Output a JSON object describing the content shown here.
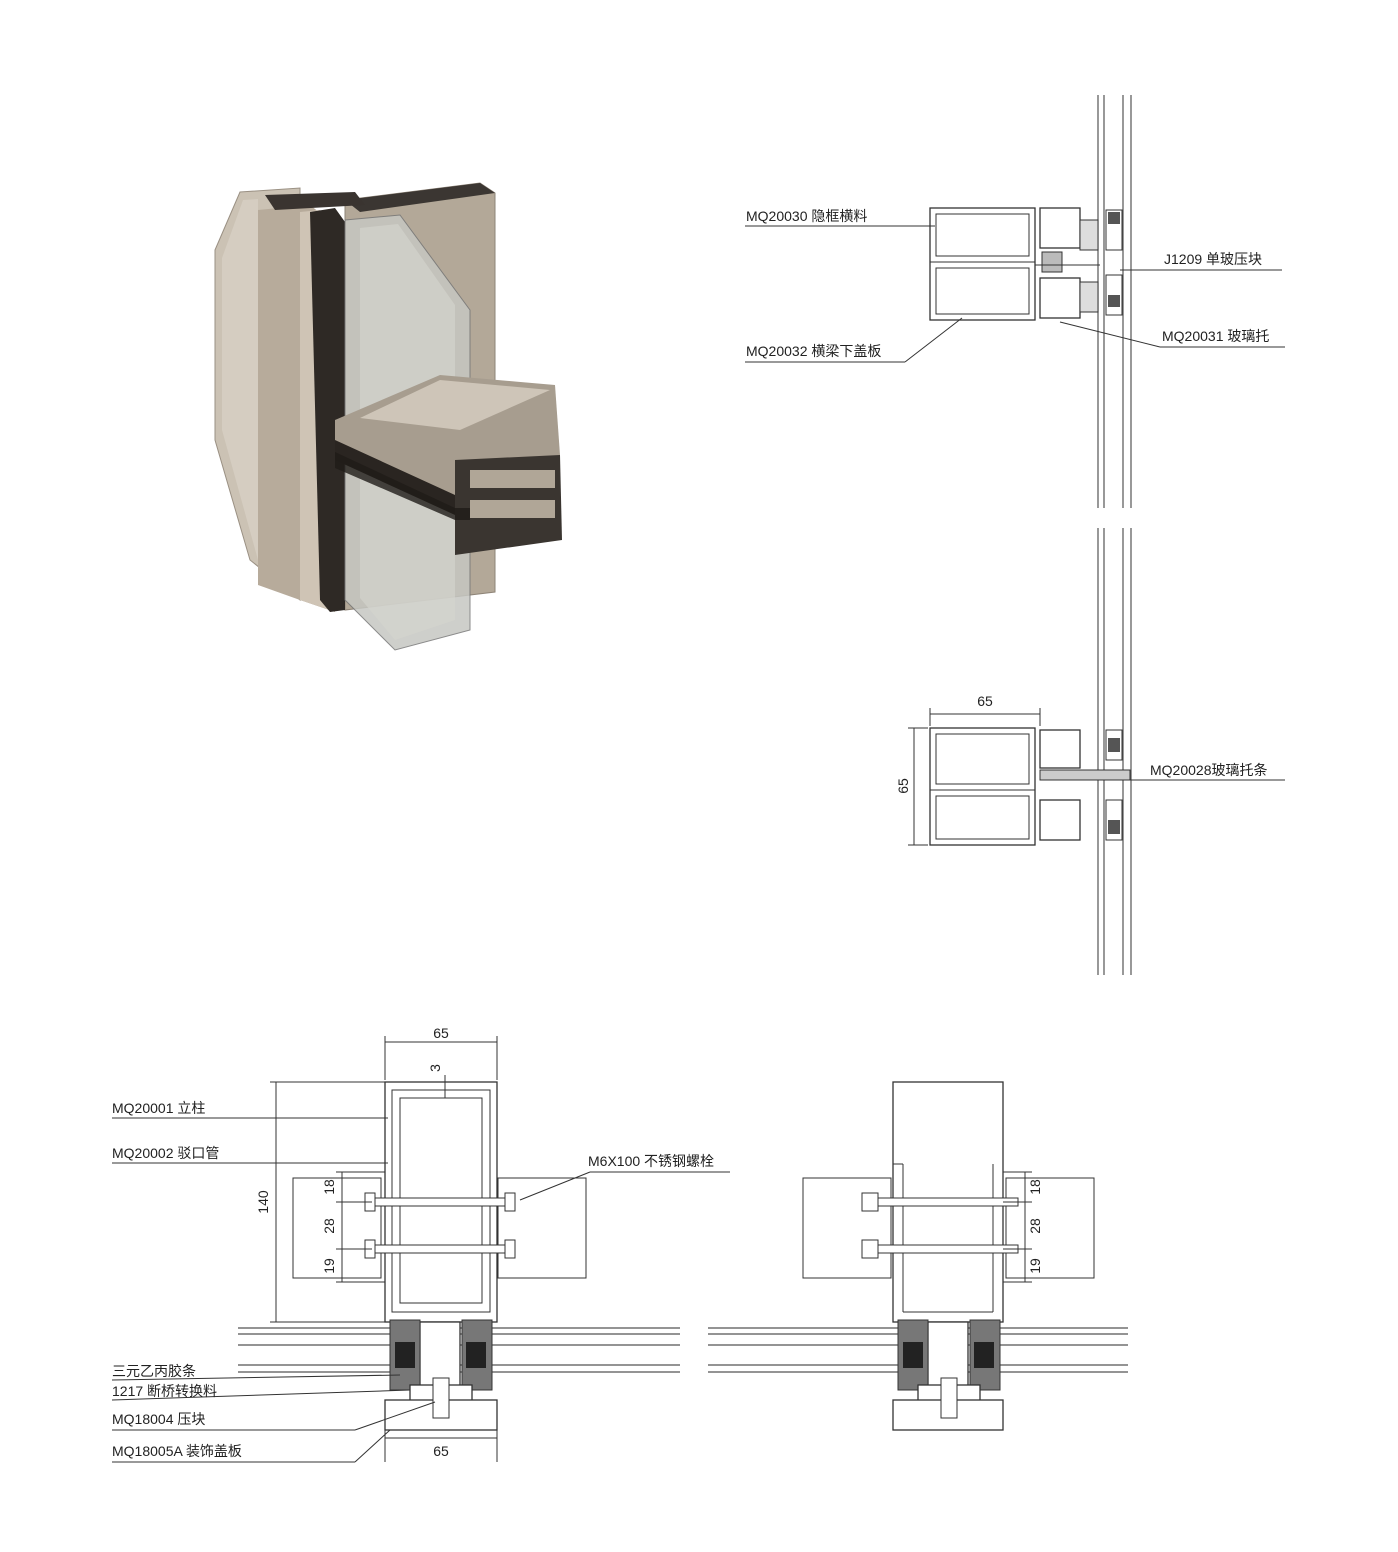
{
  "colors": {
    "line": "#333333",
    "profile_fill": "#f4f4f4",
    "render_bronze": "#b9aea0",
    "render_dark": "#2a2622",
    "render_glass": "#cfd3d2"
  },
  "top_section": {
    "labels": {
      "mq20030": "MQ20030 隐框横料",
      "j1209": "J1209 单玻压块",
      "mq20032": "MQ20032 横梁下盖板",
      "mq20031": "MQ20031 玻璃托"
    }
  },
  "mid_section": {
    "labels": {
      "mq20028": "MQ20028玻璃托条"
    },
    "dims": {
      "width": "65",
      "height": "65"
    }
  },
  "bottom_section": {
    "labels": {
      "mq20001": "MQ20001 立柱",
      "mq20002": "MQ20002 驳口管",
      "m6x100": "M6X100 不锈钢螺栓",
      "epdm": "三元乙丙胶条",
      "j1217": "1217 断桥转换料",
      "mq18004": "MQ18004 压块",
      "mq18005a": "MQ18005A 装饰盖板"
    },
    "dims": {
      "top_width": "65",
      "wall": "3",
      "height": "140",
      "d18": "18",
      "d28": "28",
      "d19": "19",
      "bottom_width": "65"
    }
  },
  "bottom_right_section": {
    "dims": {
      "d18": "18",
      "d28": "28",
      "d19": "19"
    }
  }
}
